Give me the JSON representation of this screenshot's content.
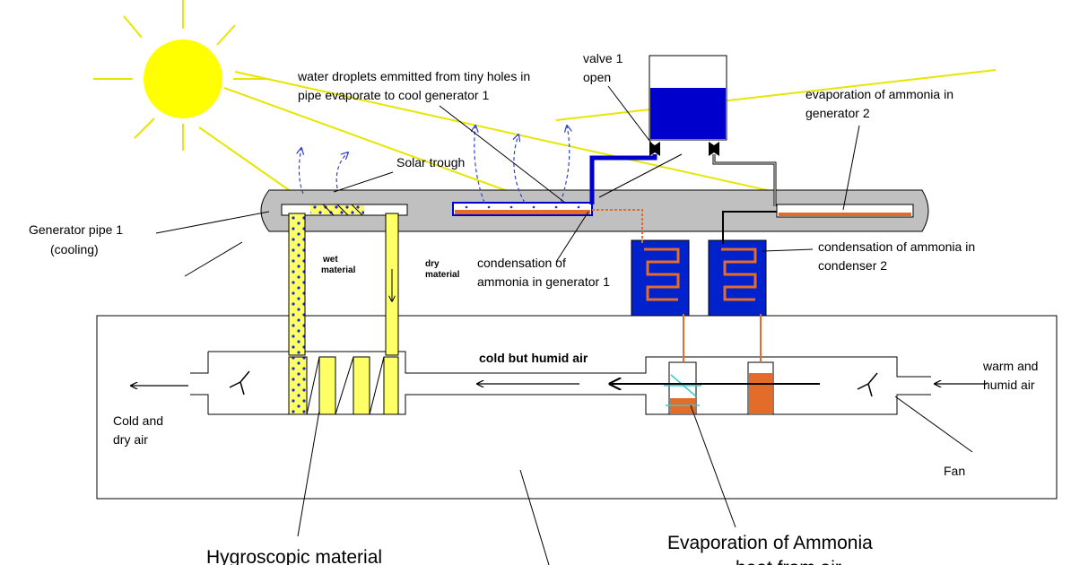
{
  "labels": {
    "water_droplets_line1": "water droplets emmitted from tiny holes in",
    "water_droplets_line2": "pipe evaporate to cool generator 1",
    "valve1_line1": "valve 1",
    "valve1_line2": "open",
    "evap_gen2_line1": "evaporation of ammonia in",
    "evap_gen2_line2": "generator 2",
    "solar_trough": "Solar trough",
    "generator_pipe_line1": "Generator pipe 1",
    "generator_pipe_line2": "(cooling)",
    "wet_material_line1": "wet",
    "wet_material_line2": "material",
    "dry_material_line1": "dry",
    "dry_material_line2": "material",
    "cond_gen1_line1": "condensation of",
    "cond_gen1_line2": "ammonia in generator 1",
    "cond_cond2_line1": "condensation of ammonia in",
    "cond_cond2_line2": "condenser  2",
    "cold_humid_air": "cold but humid air",
    "warm_humid_line1": "warm and",
    "warm_humid_line2": "humid air",
    "cold_dry_line1": "Cold and",
    "cold_dry_line2": "dry air",
    "fan": "Fan",
    "hygroscopic": "Hygroscopic material",
    "evap_ammonia": "Evaporation of Ammonia",
    "heat_cut_off": "heat from air"
  },
  "colors": {
    "sun": "#ffff00",
    "sun_ray": "#e6e600",
    "pipe_grey": "#c0c0c0",
    "water_blue": "#0000cc",
    "ammonia_orange": "#e46c2a",
    "material_yellow": "#ffff66",
    "condenser_blue": "#0022cc"
  }
}
